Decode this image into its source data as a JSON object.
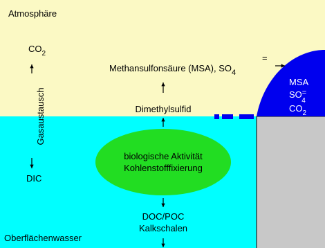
{
  "zones": {
    "atmosphere": "Atmosphäre",
    "surface_water": "Oberflächenwasser"
  },
  "left_column": {
    "co2": {
      "main": "CO",
      "sub": "2"
    },
    "gas_exchange": "Gasaustausch",
    "dic": "DIC"
  },
  "center_column": {
    "msa": {
      "main": "Methansulfonsäure (MSA), SO",
      "sub": "4",
      "sup": "="
    },
    "dms": "Dimethylsulfid",
    "bio_line1": "biologische Aktivität",
    "bio_line2": "Kohlenstofffixierung",
    "doc_poc": "DOC/POC",
    "kalkschalen": "Kalkschalen"
  },
  "land_dome": {
    "msa": "MSA",
    "so4": {
      "main": "SO",
      "sub": "4",
      "sup": "="
    },
    "co2": {
      "main": "CO",
      "sub": "2"
    }
  },
  "colors": {
    "atmosphere": "#fbf9c4",
    "water": "#00ffff",
    "land": "#c8c8c8",
    "dome": "#0000ee",
    "bio": "#22dd22"
  }
}
